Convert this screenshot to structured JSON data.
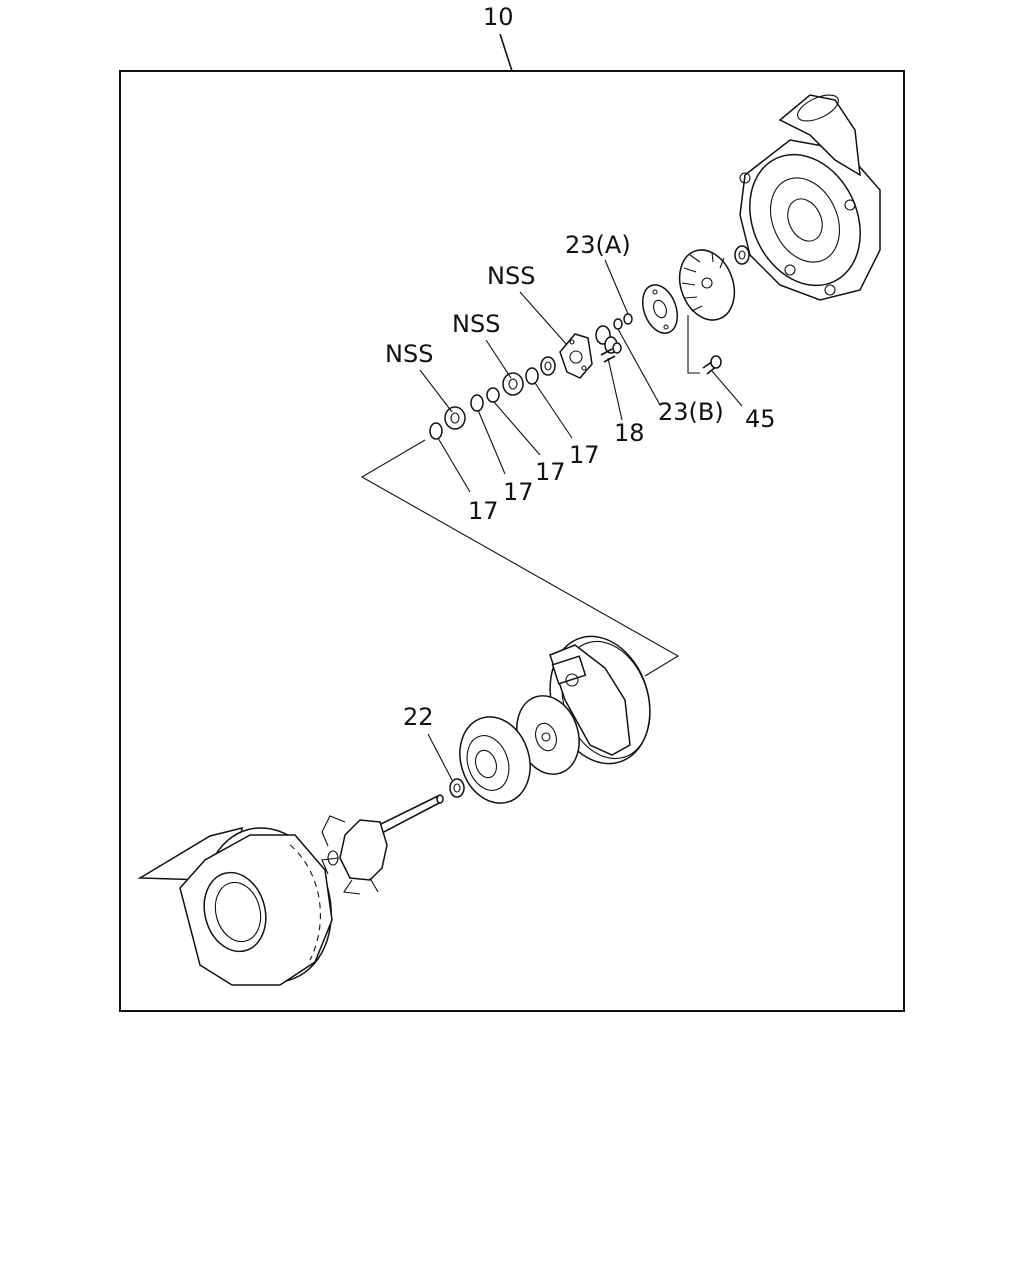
{
  "diagram": {
    "assembly_label": "10",
    "labels": {
      "nss_1": "NSS",
      "nss_2": "NSS",
      "nss_3": "NSS",
      "p17_1": "17",
      "p17_2": "17",
      "p17_3": "17",
      "p17_4": "17",
      "p18": "18",
      "p22": "22",
      "p23a": "23(A)",
      "p23b": "23(B)",
      "p45": "45"
    }
  }
}
